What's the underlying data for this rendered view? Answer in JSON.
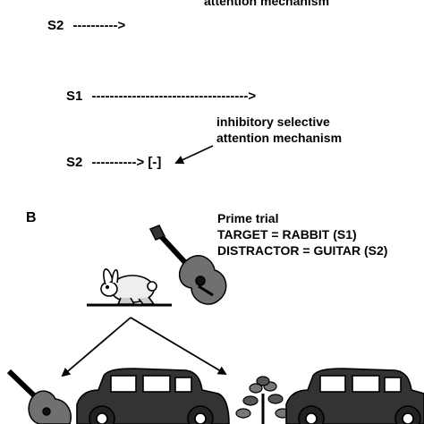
{
  "panel_a": {
    "top_caption_partial": "attention mechanism",
    "row1": {
      "label": "S2",
      "arrow": "---------->"
    },
    "row2": {
      "label": "S1",
      "arrow": "-----------------------------------> "
    },
    "inhibitory_line1": "inhibitory selective",
    "inhibitory_line2": "attention mechanism",
    "row3": {
      "label": "S2",
      "arrow": "----------> [-]"
    }
  },
  "panel_b": {
    "letter": "B",
    "title": "Prime trial",
    "target_line": "TARGET = RABBIT (S1)",
    "distractor_line": "DISTRACTOR = GUITAR (S2)"
  },
  "icons": [
    "rabbit-icon",
    "guitar-icon",
    "car-icon",
    "plant-icon"
  ]
}
